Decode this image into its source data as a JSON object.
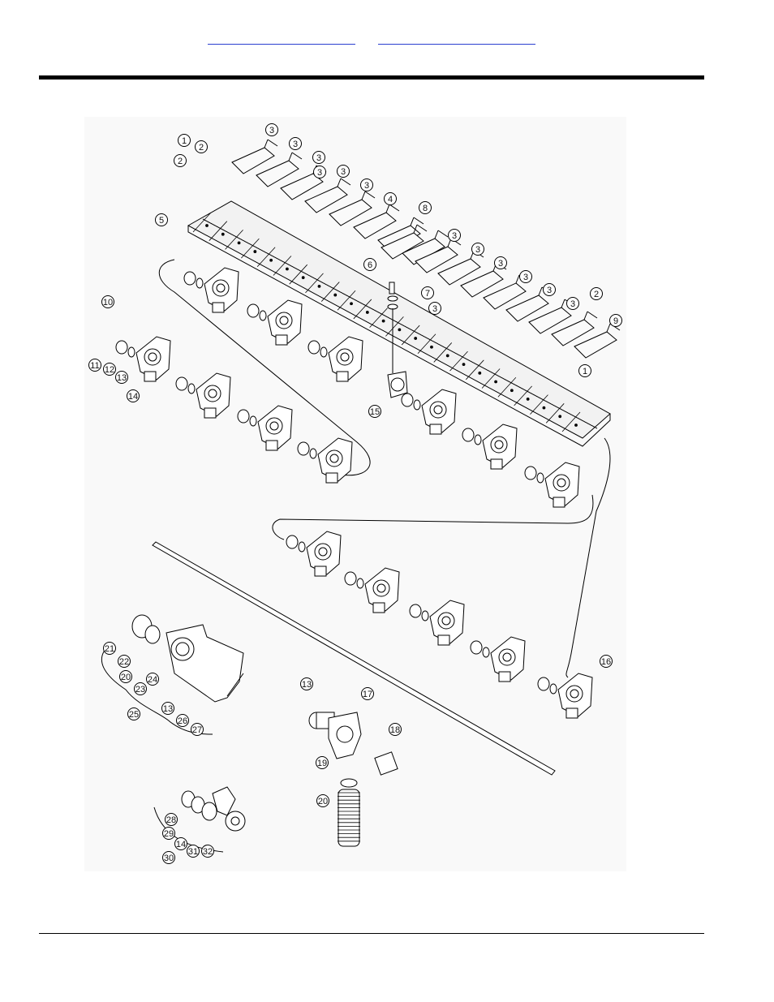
{
  "header": {
    "link_left": "",
    "link_right": ""
  },
  "callouts": [
    "1",
    "2",
    "2",
    "3",
    "3",
    "3",
    "3",
    "3",
    "3",
    "4",
    "8",
    "5",
    "6",
    "7",
    "3",
    "3",
    "3",
    "3",
    "3",
    "3",
    "3",
    "1",
    "2",
    "9",
    "10",
    "11",
    "12",
    "13",
    "14",
    "15",
    "16",
    "13",
    "17",
    "18",
    "19",
    "20",
    "21",
    "22",
    "20",
    "23",
    "24",
    "13",
    "25",
    "26",
    "27",
    "28",
    "29",
    "14",
    "30",
    "31",
    "32"
  ],
  "colors": {
    "line": "#000000",
    "link": "#2a3fd0",
    "diagram_bg": "#f9f9f9"
  }
}
